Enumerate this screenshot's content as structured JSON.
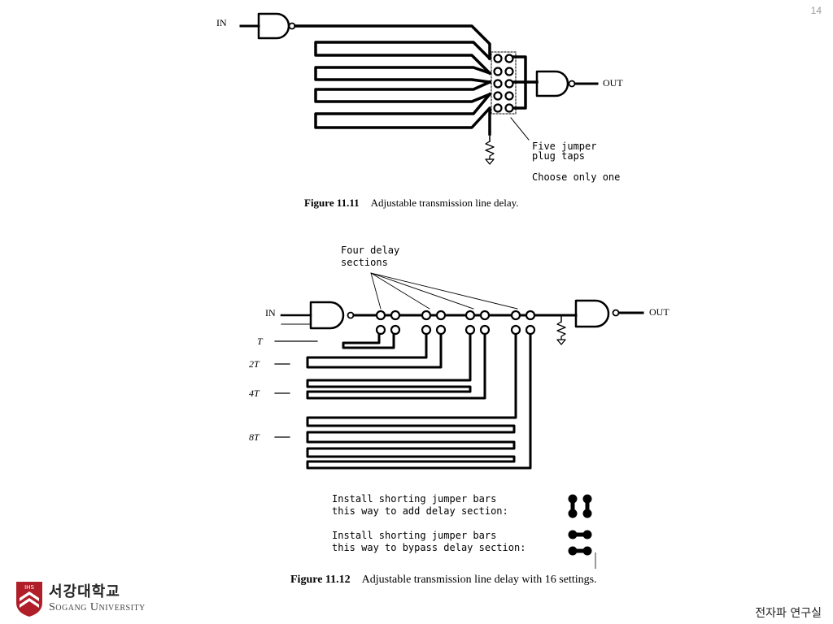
{
  "page_number": "14",
  "figure11": {
    "in_label": "IN",
    "out_label": "OUT",
    "note_line1": "Five jumper",
    "note_line2": "plug taps",
    "note_line3": "Choose only one",
    "caption_num": "Figure 11.11",
    "caption_text": "Adjustable transmission line delay."
  },
  "figure12": {
    "in_label": "IN",
    "out_label": "OUT",
    "sections_line1": "Four delay",
    "sections_line2": "sections",
    "labels": [
      "T",
      "2T",
      "4T",
      "8T"
    ],
    "legend_add_line1": "Install shorting jumper bars",
    "legend_add_line2": "this way to add delay section:",
    "legend_bypass_line1": "Install shorting jumper bars",
    "legend_bypass_line2": "this way to bypass delay section:",
    "caption_num": "Figure 11.12",
    "caption_text": "Adjustable transmission line delay with 16 settings."
  },
  "footer": {
    "logo_korean": "서강대학교",
    "logo_english": "Sogang University",
    "logo_badge": "IHS",
    "lab_name": "전자파 연구실"
  }
}
